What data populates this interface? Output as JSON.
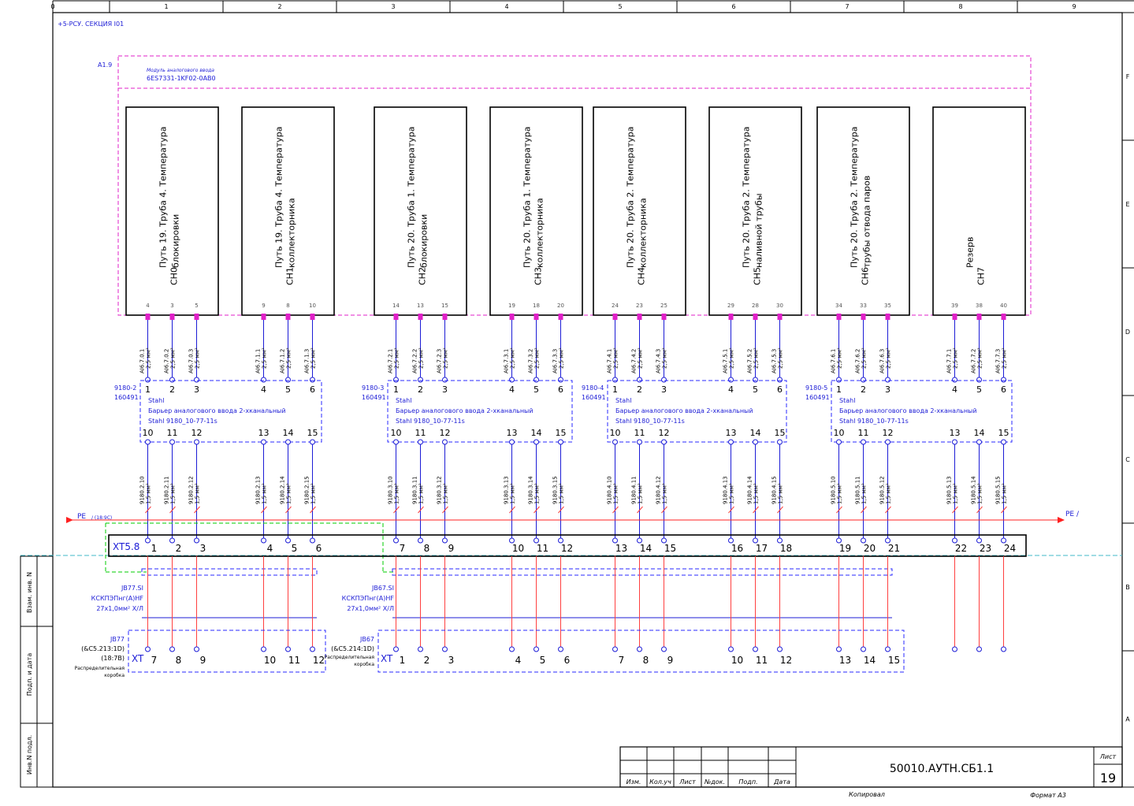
{
  "colors": {
    "frame": "#000000",
    "dash_blue": "#2a2aff",
    "dash_magenta": "#e020c8",
    "pe_red": "#ff2020",
    "pe_green": "#00cc00",
    "wire_blue": "#1c1cd6",
    "wire_red": "#ff4040",
    "text_blue": "#1c1cd6",
    "cyan_rule": "#40b8c8"
  },
  "column_numbers": [
    "0",
    "1",
    "2",
    "3",
    "4",
    "5",
    "6",
    "7",
    "8",
    "9"
  ],
  "row_letters": [
    "F",
    "E",
    "D",
    "C",
    "B",
    "A"
  ],
  "section_label": "+5-РСУ. СЕКЦИЯ I01",
  "module": {
    "ref": "A1.9",
    "desc": "Модуль аналогового ввода",
    "part": "6ES7331-1KF02-0AB0"
  },
  "channels": [
    {
      "ch": "CH0",
      "text": [
        "Путь 19. Труба 4. Температура",
        "блокировки"
      ],
      "pins": [
        "4",
        "3",
        "5"
      ],
      "wires": [
        "AI6.7.0.1",
        "AI6.7.0.2",
        "AI6.7.0.3"
      ]
    },
    {
      "ch": "CH1",
      "text": [
        "Путь 19. Труба 4. Температура",
        "коллекторника"
      ],
      "pins": [
        "9",
        "8",
        "10"
      ],
      "wires": [
        "AI6.7.1.1",
        "AI6.7.1.2",
        "AI6.7.1.3"
      ]
    },
    {
      "ch": "CH2",
      "text": [
        "Путь 20. Труба 1. Температура",
        "блокировки"
      ],
      "pins": [
        "14",
        "13",
        "15"
      ],
      "wires": [
        "AI6.7.2.1",
        "AI6.7.2.2",
        "AI6.7.2.3"
      ]
    },
    {
      "ch": "CH3",
      "text": [
        "Путь 20. Труба 1. Температура",
        "коллекторника"
      ],
      "pins": [
        "19",
        "18",
        "20"
      ],
      "wires": [
        "AI6.7.3.1",
        "AI6.7.3.2",
        "AI6.7.3.3"
      ]
    },
    {
      "ch": "CH4",
      "text": [
        "Путь 20. Труба 2. Температура",
        "коллекторника"
      ],
      "pins": [
        "24",
        "23",
        "25"
      ],
      "wires": [
        "AI6.7.4.1",
        "AI6.7.4.2",
        "AI6.7.4.3"
      ]
    },
    {
      "ch": "CH5",
      "text": [
        "Путь 20. Труба 2. Температура",
        "наливной трубы"
      ],
      "pins": [
        "29",
        "28",
        "30"
      ],
      "wires": [
        "AI6.7.5.1",
        "AI6.7.5.2",
        "AI6.7.5.3"
      ]
    },
    {
      "ch": "CH6",
      "text": [
        "Путь 20. Труба 2. Температура",
        "трубы отвода паров"
      ],
      "pins": [
        "34",
        "33",
        "35"
      ],
      "wires": [
        "AI6.7.6.1",
        "AI6.7.6.2",
        "AI6.7.6.3"
      ]
    },
    {
      "ch": "CH7",
      "text": [
        "Резерв",
        ""
      ],
      "pins": [
        "39",
        "38",
        "40"
      ],
      "wires": [
        "AI6.7.7.1",
        "AI6.7.7.2",
        "AI6.7.7.3"
      ]
    }
  ],
  "wire_cross_section_upper": "2,5 мм²",
  "wire_cross_section_lower": "1,5 мм²",
  "barriers": [
    {
      "ref": "9180-2",
      "code": "160491",
      "maker": "Stahl",
      "desc": "Барьер аналогового ввода 2-хканальный",
      "model": "Stahl  9180_10-77-11s",
      "top": [
        "1",
        "2",
        "3",
        "4",
        "5",
        "6"
      ],
      "bottom": [
        "10",
        "11",
        "12",
        "13",
        "14",
        "15"
      ],
      "wires": [
        "9180.2.10",
        "9180.2.11",
        "9180.2.12",
        "9180.2.13",
        "9180.2.14",
        "9180.2.15"
      ]
    },
    {
      "ref": "9180-3",
      "code": "160491",
      "maker": "Stahl",
      "desc": "Барьер аналогового ввода 2-хканальный",
      "model": "Stahl  9180_10-77-11s",
      "top": [
        "1",
        "2",
        "3",
        "4",
        "5",
        "6"
      ],
      "bottom": [
        "10",
        "11",
        "12",
        "13",
        "14",
        "15"
      ],
      "wires": [
        "9180.3.10",
        "9180.3.11",
        "9180.3.12",
        "9180.3.13",
        "9180.3.14",
        "9180.3.15"
      ]
    },
    {
      "ref": "9180-4",
      "code": "160491",
      "maker": "Stahl",
      "desc": "Барьер аналогового ввода 2-хканальный",
      "model": "Stahl  9180_10-77-11s",
      "top": [
        "1",
        "2",
        "3",
        "4",
        "5",
        "6"
      ],
      "bottom": [
        "10",
        "11",
        "12",
        "13",
        "14",
        "15"
      ],
      "wires": [
        "9180.4.10",
        "9180.4.11",
        "9180.4.12",
        "9180.4.13",
        "9180.4.14",
        "9180.4.15"
      ]
    },
    {
      "ref": "9180-5",
      "code": "160491",
      "maker": "Stahl",
      "desc": "Барьер аналогового ввода 2-хканальный",
      "model": "Stahl  9180_10-77-11s",
      "top": [
        "1",
        "2",
        "3",
        "4",
        "5",
        "6"
      ],
      "bottom": [
        "10",
        "11",
        "12",
        "13",
        "14",
        "15"
      ],
      "wires": [
        "9180.5.10",
        "9180.5.11",
        "9180.5.12",
        "9180.5.13",
        "9180.5.14",
        "9180.5.15"
      ]
    }
  ],
  "pe": {
    "left": "PE",
    "left_ref": "/ (18:9C)",
    "right": "PE /"
  },
  "terminal_strip": {
    "ref": "XT5.8",
    "numbers": [
      "1",
      "2",
      "3",
      "4",
      "5",
      "6",
      "7",
      "8",
      "9",
      "10",
      "11",
      "12",
      "13",
      "14",
      "15",
      "16",
      "17",
      "18",
      "19",
      "20",
      "21",
      "22",
      "23",
      "24"
    ]
  },
  "cables": [
    {
      "ref": "JB77.SI",
      "type": "КСКПЭПнг(А)HF",
      "size": "27х1,0мм² Х/Л"
    },
    {
      "ref": "JB67.SI",
      "type": "КСКПЭПнг(А)HF",
      "size": "27х1,0мм² Х/Л"
    }
  ],
  "boxes": [
    {
      "ref": "JB77",
      "loc1": "(&C5.213:1D)",
      "loc2": "(18:7B)",
      "desc1": "Распределительная",
      "desc2": "коробка",
      "xt": "XT",
      "terms": [
        "7",
        "8",
        "9",
        "10",
        "11",
        "12"
      ]
    },
    {
      "ref": "JB67",
      "loc1": "(&C5.214:1D)",
      "loc2": "",
      "desc1": "Распределительная",
      "desc2": "коробка",
      "xt": "XT",
      "terms": [
        "1",
        "2",
        "3",
        "4",
        "5",
        "6",
        "7",
        "8",
        "9",
        "10",
        "11",
        "12",
        "13",
        "14",
        "15"
      ]
    }
  ],
  "side_stamp": [
    "Взам. инв. N",
    "Подп. и дата",
    "Инв.N подл."
  ],
  "title_block": {
    "cols": [
      "Изм.",
      "Кол.уч",
      "Лист",
      "№док.",
      "Подп.",
      "Дата"
    ],
    "doc": "50010.АУТН.СБ1.1",
    "sheet_label": "Лист",
    "sheet_no": "19",
    "copied": "Копировал",
    "format": "Формат  А3"
  }
}
